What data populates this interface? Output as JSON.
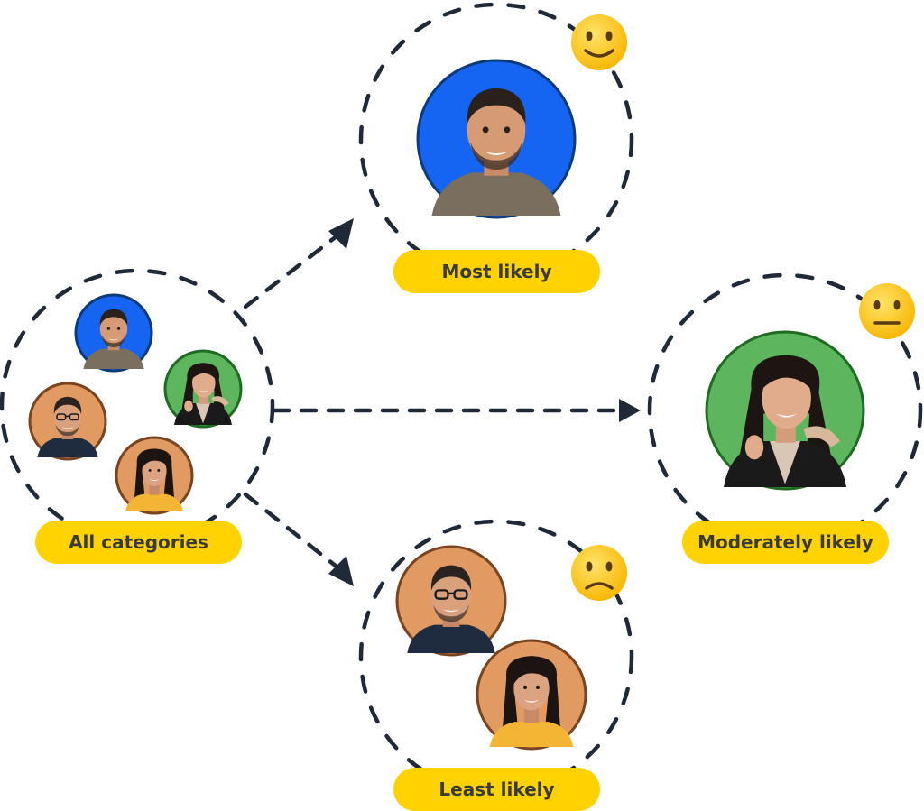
{
  "groups": {
    "all": {
      "label": "All categories"
    },
    "most": {
      "label": "Most likely",
      "emoji": "slightly-smiling-face-icon"
    },
    "moderate": {
      "label": "Moderately likely",
      "emoji": "neutral-face-icon"
    },
    "least": {
      "label": "Least likely",
      "emoji": "slightly-frowning-face-icon"
    }
  },
  "persons": {
    "man_blue": {
      "bg": "#1565F2",
      "border": "#0D3B7A"
    },
    "woman_green": {
      "bg": "#5DB55E",
      "border": "#1F6B22"
    },
    "man_glasses": {
      "bg": "#E29A63",
      "border": "#7A4420"
    },
    "woman_orange": {
      "bg": "#E29A63",
      "border": "#7A4420"
    }
  },
  "colors": {
    "pill": "#FFD200",
    "dash": "#1F2937",
    "emoji_face": "#FFC62A"
  }
}
